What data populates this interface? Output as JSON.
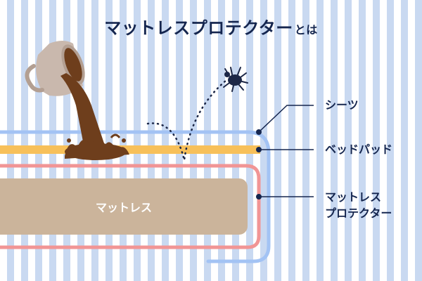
{
  "title": "マットレスプロテクター",
  "title_suffix": "とは",
  "labels": {
    "sheet": "シーツ",
    "bed_pad": "ベッドパッド",
    "protector_line1": "マットレス",
    "protector_line2": "プロテクター"
  },
  "mattress_label": "マットレス",
  "icons": [
    "coffee-cup-icon",
    "dust-mite-icon"
  ],
  "colors": {
    "title": "#15264f",
    "sheet_line": "#a3c3f4",
    "bed_pad": "#f7c05a",
    "protector_line": "#f19595",
    "mattress": "#cbb49b",
    "coffee": "#6e3e1c",
    "cup": "#c9b8ad"
  }
}
